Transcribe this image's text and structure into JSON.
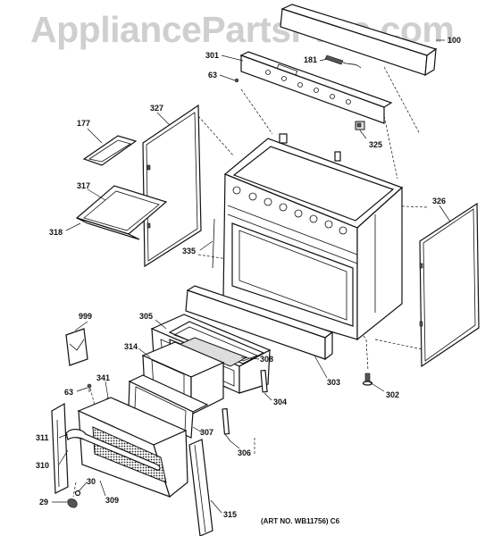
{
  "watermark": "AppliancePartsPros.com",
  "art_number": "(ART NO. WB11756) C6",
  "callouts": [
    {
      "id": "c100",
      "label": "100"
    },
    {
      "id": "c301",
      "label": "301"
    },
    {
      "id": "c181",
      "label": "181"
    },
    {
      "id": "c63a",
      "label": "63"
    },
    {
      "id": "c325",
      "label": "325"
    },
    {
      "id": "c177",
      "label": "177"
    },
    {
      "id": "c327",
      "label": "327"
    },
    {
      "id": "c317",
      "label": "317"
    },
    {
      "id": "c318",
      "label": "318"
    },
    {
      "id": "c326",
      "label": "326"
    },
    {
      "id": "c335",
      "label": "335"
    },
    {
      "id": "c999",
      "label": "999"
    },
    {
      "id": "c305",
      "label": "305"
    },
    {
      "id": "c314",
      "label": "314"
    },
    {
      "id": "c308",
      "label": "308"
    },
    {
      "id": "c303",
      "label": "303"
    },
    {
      "id": "c302",
      "label": "302"
    },
    {
      "id": "c63b",
      "label": "63"
    },
    {
      "id": "c341",
      "label": "341"
    },
    {
      "id": "c304",
      "label": "304"
    },
    {
      "id": "c311",
      "label": "311"
    },
    {
      "id": "c307",
      "label": "307"
    },
    {
      "id": "c306",
      "label": "306"
    },
    {
      "id": "c310",
      "label": "310"
    },
    {
      "id": "c30",
      "label": "30"
    },
    {
      "id": "c309",
      "label": "309"
    },
    {
      "id": "c29",
      "label": "29"
    },
    {
      "id": "c315",
      "label": "315"
    }
  ]
}
